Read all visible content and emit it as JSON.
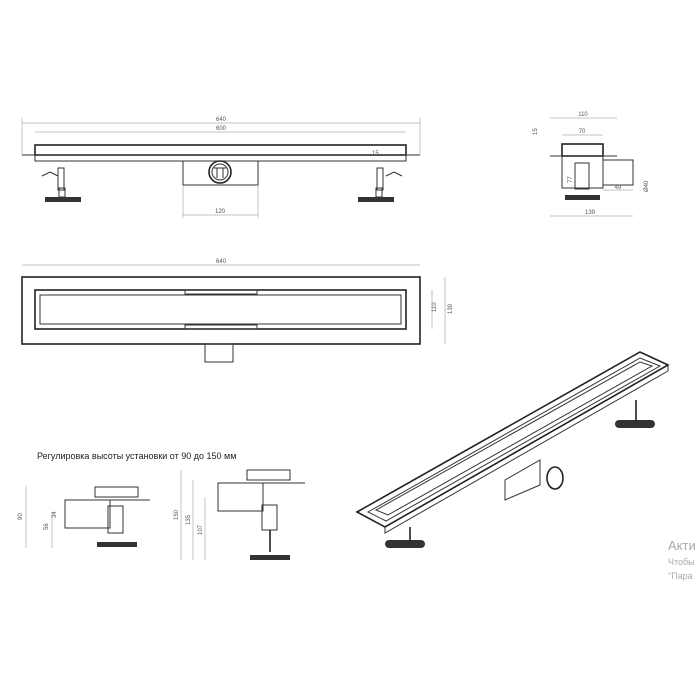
{
  "front_view": {
    "dim_total": "640",
    "dim_inner": "600",
    "dim_outlet": "120",
    "dim_side": "15"
  },
  "side_view": {
    "dim_top": "110",
    "dim_inner": "70",
    "dim_height": "15",
    "dim_outlet_dia": "Ø40",
    "dim_outlet_len": "49",
    "dim_body": "77",
    "dim_base": "139"
  },
  "plan_view": {
    "dim_length": "640",
    "dim_inner_width": "110",
    "dim_width": "139"
  },
  "height_adjust": {
    "caption": "Регулировка высоты установки от 90 до 150 мм",
    "min": {
      "total": "90",
      "outlet": "56",
      "outlet_axis": "34"
    },
    "max": {
      "total": "150",
      "mid": "135",
      "outlet": "107"
    }
  },
  "watermark": {
    "title": "Акти",
    "line1": "Чтобы",
    "line2": "\"Пара"
  }
}
